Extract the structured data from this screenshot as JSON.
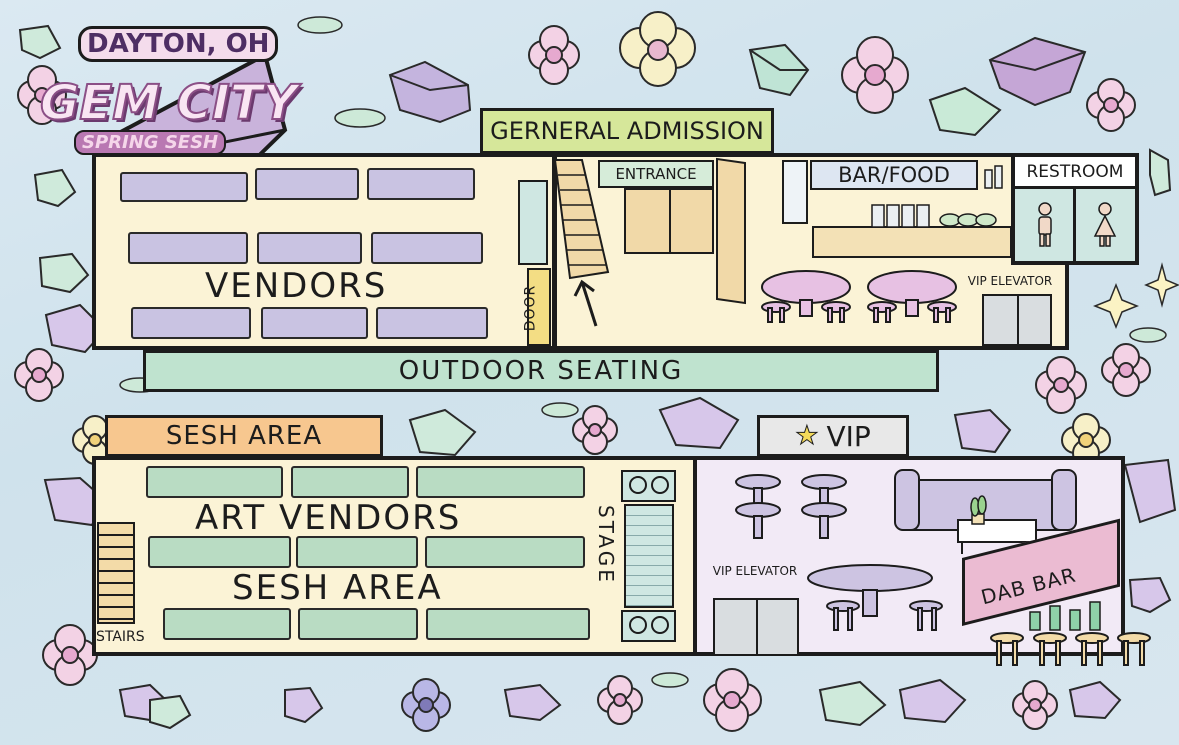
{
  "logo": {
    "city": "DAYTON, OH",
    "name": "GEM CITY",
    "tagline": "SPRING SESH"
  },
  "labels": {
    "general_admission": "GERNERAL ADMISSION",
    "entrance": "ENTRANCE",
    "bar_food": "BAR/FOOD",
    "restroom": "RESTROOM",
    "vendors": "VENDORS",
    "door": "DOOR",
    "vip_elevator_top": "VIP ELEVATOR",
    "outdoor_seating": "OUTDOOR SEATING",
    "sesh_area_tab": "SESH AREA",
    "vip_tab": "VIP",
    "art_vendors": "ART VENDORS",
    "sesh_area_inner": "SESH AREA",
    "stage": "STAGE",
    "stairs": "STAIRS",
    "vip_elevator_bottom": "VIP ELEVATOR",
    "dab_bar": "DAB BAR"
  },
  "colors": {
    "vendor_booth": "#c9c3e2",
    "art_booth": "#b9dcc3",
    "general_admission_tab": "#d6e79a",
    "outdoor_seating": "#bfe3cf",
    "sesh_tab": "#f7c78f",
    "room_fill": "#fbf3d6",
    "vip_room": "#f2eaf6",
    "logo_pink": "#c77fb8"
  }
}
